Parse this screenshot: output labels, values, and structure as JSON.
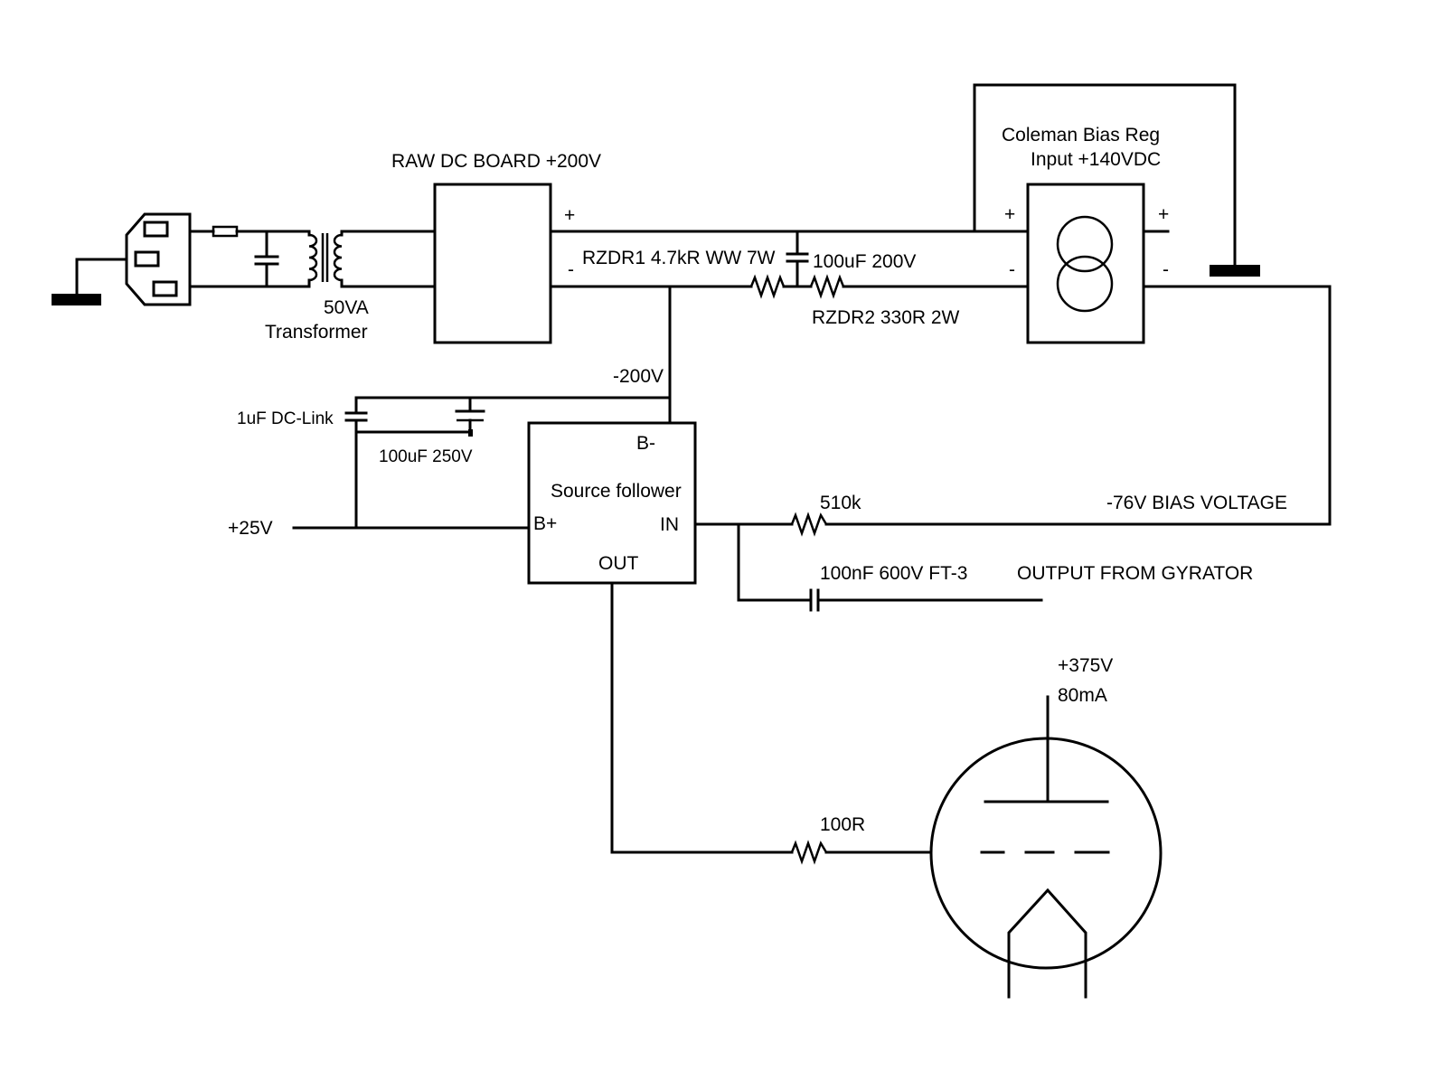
{
  "labels": {
    "raw_dc_board": "RAW DC BOARD +200V",
    "transformer_rating": "50VA",
    "transformer_name": "Transformer",
    "rzdr1": "RZDR1 4.7kR WW 7W",
    "cap_100uf_200v": "100uF 200V",
    "rzdr2": "RZDR2 330R 2W",
    "coleman_title": "Coleman Bias Reg",
    "coleman_input": "Input +140VDC",
    "minus_200v": "-200V",
    "cap_1uf": "1uF DC-Link",
    "cap_100uf_250v": "100uF 250V",
    "plus_25v": "+25V",
    "sf_bminus": "B-",
    "sf_title": "Source follower",
    "sf_bplus": "B+",
    "sf_in": "IN",
    "sf_out": "OUT",
    "r_510k": "510k",
    "bias_voltage": "-76V BIAS VOLTAGE",
    "cap_100nf": "100nF 600V FT-3",
    "output_from_gyrator": "OUTPUT FROM GYRATOR",
    "plus_375v": "+375V",
    "current_80ma": "80mA",
    "r_100r": "100R",
    "raw_plus": "+",
    "raw_minus": "-",
    "reg_in_plus": "+",
    "reg_in_minus": "-",
    "reg_out_plus": "+",
    "reg_out_minus": "-"
  }
}
